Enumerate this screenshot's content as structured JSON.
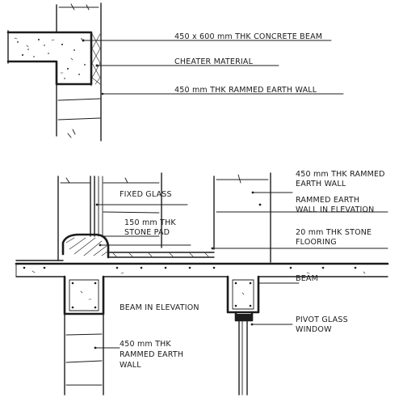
{
  "labels": {
    "concrete_beam": "450 x 600 mm THK CONCRETE BEAM",
    "cheater_material": "CHEATER MATERIAL",
    "rammed_earth_wall_top": "450 mm THK RAMMED EARTH WALL",
    "fixed_glass": "FIXED GLASS",
    "rammed_earth_wall_right_1": "450 mm THK RAMMED",
    "rammed_earth_wall_right_2": "EARTH WALL",
    "wall_in_elevation_1": "RAMMED EARTH",
    "wall_in_elevation_2": "WALL IN ELEVATION",
    "stone_pad_1": "150 mm THK",
    "stone_pad_2": "STONE PAD",
    "stone_flooring_1": "20 mm THK STONE",
    "stone_flooring_2": "FLOORING",
    "beam": "BEAM",
    "beam_in_elevation": "BEAM IN ELEVATION",
    "pivot_glass_1": "PIVOT GLASS",
    "pivot_glass_2": "WINDOW",
    "rammed_earth_wall_bottom_1": "450 mm THK",
    "rammed_earth_wall_bottom_2": "RAMMED EARTH",
    "rammed_earth_wall_bottom_3": "WALL"
  }
}
